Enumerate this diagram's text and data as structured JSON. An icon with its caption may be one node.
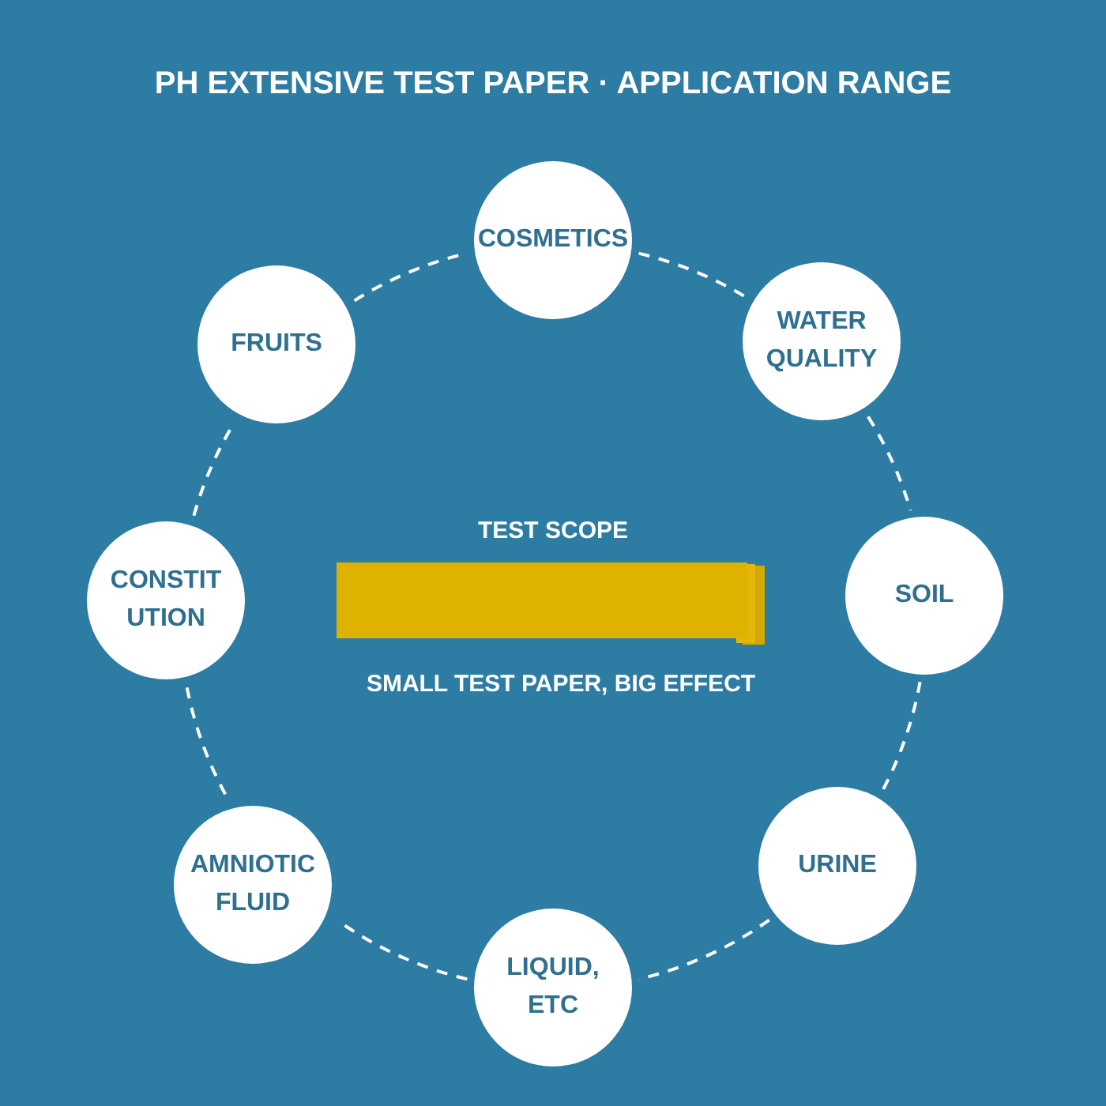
{
  "diagram": {
    "title": "PH EXTENSIVE TEST PAPER · APPLICATION RANGE",
    "nodes": [
      {
        "text": [
          "COSMETICS"
        ]
      },
      {
        "text": [
          "FRUITS"
        ]
      },
      {
        "text": [
          "WATER QUALITY"
        ]
      },
      {
        "text": [
          "CONSTIT UTION"
        ]
      },
      {
        "text": [
          "SOIL"
        ]
      },
      {
        "text": [
          "AMNIOTIC FLUID"
        ]
      },
      {
        "text": [
          "URINE"
        ]
      },
      {
        "text": [
          "LIQUID, ETC"
        ]
      }
    ],
    "edges": [
      {
        "from": 0,
        "to": 2,
        "arrow": "none",
        "style": "dashed"
      },
      {
        "from": 2,
        "to": 4,
        "arrow": "none",
        "style": "dashed"
      },
      {
        "from": 4,
        "to": 6,
        "arrow": "none",
        "style": "dashed"
      },
      {
        "from": 6,
        "to": 7,
        "arrow": "none",
        "style": "dashed"
      },
      {
        "from": 7,
        "to": 5,
        "arrow": "none",
        "style": "dashed"
      },
      {
        "from": 5,
        "to": 3,
        "arrow": "none",
        "style": "dashed"
      },
      {
        "from": 3,
        "to": 1,
        "arrow": "none",
        "style": "dashed"
      },
      {
        "from": 1,
        "to": 0,
        "arrow": "none",
        "style": "dashed"
      }
    ],
    "labels": [
      "TEST SCOPE",
      "SMALL TEST PAPER, BIG EFFECT"
    ]
  }
}
